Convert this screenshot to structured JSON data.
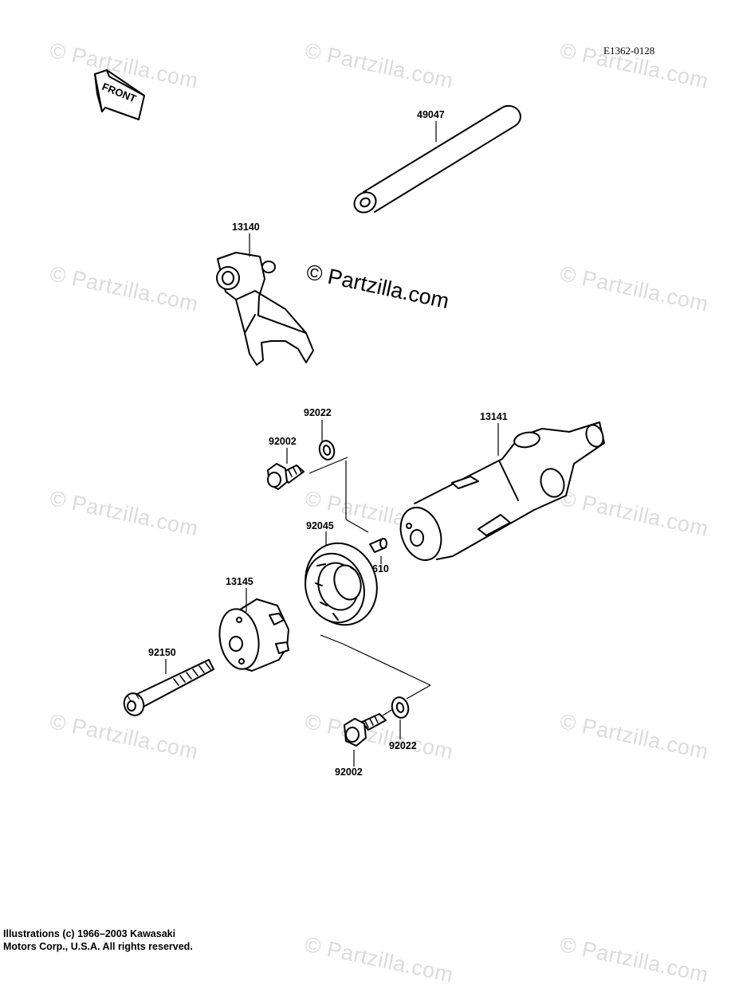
{
  "reference": "E1362-0128",
  "front_arrow": "FRONT",
  "watermark": {
    "main": "© Partzilla.com",
    "faint": "© Partzilla.com"
  },
  "parts": {
    "p49047": "49047",
    "p13140": "13140",
    "p92022a": "92022",
    "p92002a": "92002",
    "p13141": "13141",
    "p92045": "92045",
    "p610": "610",
    "p13145": "13145",
    "p92150": "92150",
    "p92022b": "92022",
    "p92002b": "92002"
  },
  "copyright": {
    "line1": "Illustrations (c) 1966–2003 Kawasaki",
    "line2": "Motors Corp., U.S.A.  All rights reserved."
  }
}
